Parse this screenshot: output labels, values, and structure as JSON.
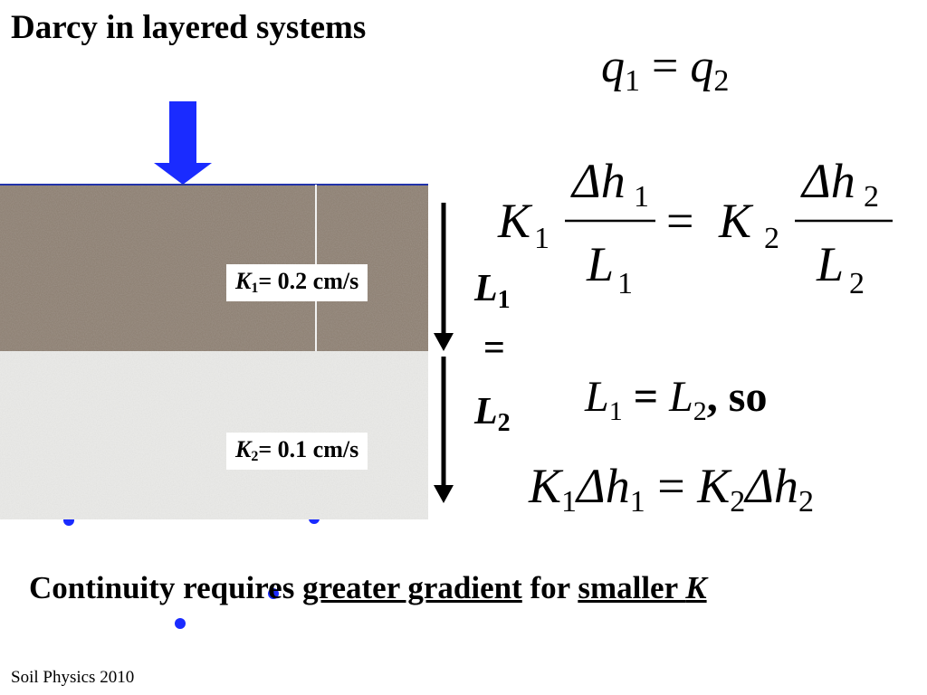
{
  "slide": {
    "title": "Darcy in layered systems",
    "footer": "Soil Physics 2010",
    "colors": {
      "flow_arrow": "#1a2bff",
      "dots": "#1a2bff",
      "upper_layer": "#8f8275",
      "lower_layer": "#e8e8e6"
    }
  },
  "layers": {
    "upper": {
      "k_symbol": "K",
      "k_sub": "1",
      "k_value": "= 0.2 cm/s"
    },
    "lower": {
      "k_symbol": "K",
      "k_sub": "2",
      "k_value": "= 0.1 cm/s"
    }
  },
  "lengths": {
    "l1_symbol": "L",
    "l1_sub": "1",
    "equals": "=",
    "l2_symbol": "L",
    "l2_sub": "2"
  },
  "equations": {
    "flux": {
      "q": "q",
      "sub1": "1",
      "eq": " = ",
      "sub2": "2"
    },
    "darcy": {
      "K": "K",
      "s1": "1",
      "s2": "2",
      "dh": "Δh",
      "L": "L",
      "eq": "="
    },
    "lengths_equal": {
      "L": "L",
      "sub1": "1",
      "eq": " = ",
      "sub2": "2",
      "tail": ", so"
    },
    "result": {
      "K": "K",
      "s1": "1",
      "s2": "2",
      "dh": "Δh",
      "eq": " = "
    }
  },
  "bottom_text": {
    "part1": "Continuity requires ",
    "underlined1": "greater gradient",
    "part2": " for ",
    "underlined2": "smaller ",
    "underlined2_italic": "K"
  }
}
